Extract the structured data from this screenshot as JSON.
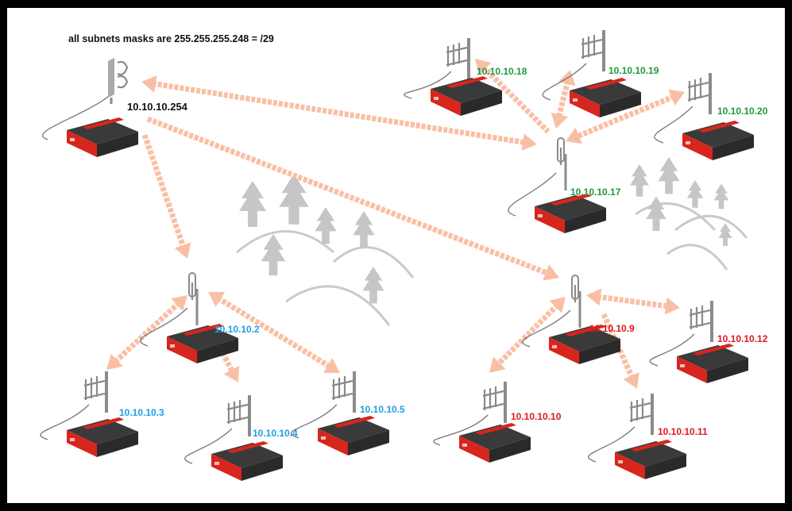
{
  "diagram": {
    "title": "all subnets masks are 255.255.255.248 = /29",
    "colors": {
      "frame": "#000000",
      "arrow": "#f9bfa5",
      "router_body": "#2a2a2a",
      "router_accent": "#d7261d",
      "tree": "#c4c6c7",
      "hill": "#c9cacb",
      "antenna": "#8b8b8b",
      "black_group": "#111111",
      "green_group": "#1f9a3a",
      "blue_group": "#1e9fe6",
      "red_group": "#e0161e"
    },
    "nodes": [
      {
        "id": "main",
        "ip": "10.10.10.254",
        "group": "black",
        "antenna": "panel"
      },
      {
        "id": "n17",
        "ip": "10.10.10.17",
        "group": "green",
        "antenna": "omni"
      },
      {
        "id": "n18",
        "ip": "10.10.10.18",
        "group": "green",
        "antenna": "yagi"
      },
      {
        "id": "n19",
        "ip": "10.10.10.19",
        "group": "green",
        "antenna": "yagi"
      },
      {
        "id": "n20",
        "ip": "10.10.10.20",
        "group": "green",
        "antenna": "yagi"
      },
      {
        "id": "n2",
        "ip": "10.10.10.2",
        "group": "blue",
        "antenna": "omni"
      },
      {
        "id": "n3",
        "ip": "10.10.10.3",
        "group": "blue",
        "antenna": "yagi"
      },
      {
        "id": "n4",
        "ip": "10.10.10.4",
        "group": "blue",
        "antenna": "yagi"
      },
      {
        "id": "n5",
        "ip": "10.10.10.5",
        "group": "blue",
        "antenna": "yagi"
      },
      {
        "id": "n9",
        "ip": "10.10.10.9",
        "group": "red",
        "antenna": "omni"
      },
      {
        "id": "n10",
        "ip": "10.10.10.10",
        "group": "red",
        "antenna": "yagi"
      },
      {
        "id": "n11",
        "ip": "10.10.10.11",
        "group": "red",
        "antenna": "yagi"
      },
      {
        "id": "n12",
        "ip": "10.10.10.12",
        "group": "red",
        "antenna": "yagi"
      }
    ],
    "links": [
      {
        "from": "main",
        "to": "n17"
      },
      {
        "from": "main",
        "to": "n2"
      },
      {
        "from": "main",
        "to": "n9"
      },
      {
        "from": "n17",
        "to": "n18"
      },
      {
        "from": "n17",
        "to": "n19"
      },
      {
        "from": "n17",
        "to": "n20"
      },
      {
        "from": "n2",
        "to": "n3"
      },
      {
        "from": "n2",
        "to": "n4"
      },
      {
        "from": "n2",
        "to": "n5"
      },
      {
        "from": "n9",
        "to": "n10"
      },
      {
        "from": "n9",
        "to": "n11"
      },
      {
        "from": "n9",
        "to": "n12"
      }
    ]
  }
}
